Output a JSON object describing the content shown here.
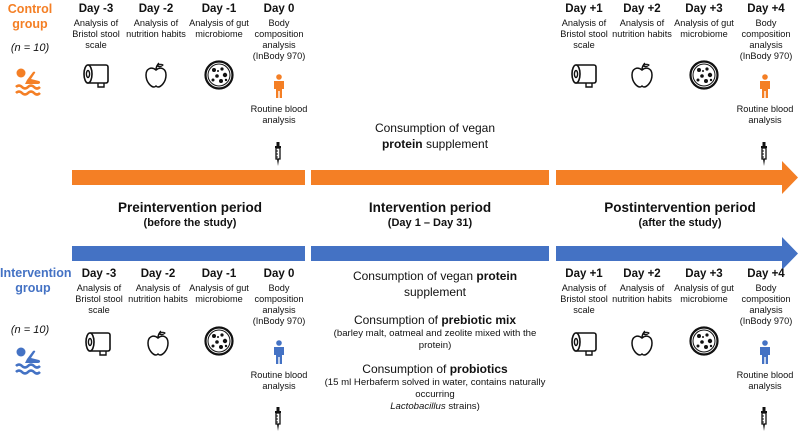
{
  "colors": {
    "orange": "#f47f25",
    "blue": "#4472c4",
    "black": "#111111"
  },
  "control": {
    "label": "Control group",
    "n": "(n = 10)",
    "pre_days": [
      {
        "day": "Day -3",
        "desc": "Analysis of Bristol stool scale",
        "icon": "toilet-paper-icon"
      },
      {
        "day": "Day -2",
        "desc": "Analysis of nutrition habits",
        "icon": "apple-icon"
      },
      {
        "day": "Day -1",
        "desc": "Analysis of gut microbiome",
        "icon": "petri-dish-icon"
      },
      {
        "day": "Day 0",
        "desc": "Body composition analysis (InBody 970)",
        "icon": "person-icon"
      }
    ],
    "post_days": [
      {
        "day": "Day +1",
        "desc": "Analysis of Bristol stool scale",
        "icon": "toilet-paper-icon"
      },
      {
        "day": "Day +2",
        "desc": "Analysis of nutrition habits",
        "icon": "apple-icon"
      },
      {
        "day": "Day +3",
        "desc": "Analysis of gut microbiome",
        "icon": "petri-dish-icon"
      },
      {
        "day": "Day +4",
        "desc": "Body composition analysis (InBody 970)",
        "icon": "person-icon"
      }
    ],
    "blood": "Routine blood analysis",
    "consumption_pre": "Consumption of vegan",
    "consumption_bold": "protein",
    "consumption_post": "supplement"
  },
  "periods": {
    "pre": {
      "title": "Preintervention period",
      "sub": "(before the study)"
    },
    "int": {
      "title": "Intervention period",
      "sub": "(Day 1 – Day 31)"
    },
    "post": {
      "title": "Postintervention period",
      "sub": "(after the study)"
    }
  },
  "intervention": {
    "label": "Intervention group",
    "n": "(n = 10)",
    "pre_days": [
      {
        "day": "Day -3",
        "desc": "Analysis of Bristol stool scale"
      },
      {
        "day": "Day -2",
        "desc": "Analysis of nutrition habits"
      },
      {
        "day": "Day -1",
        "desc": "Analysis of gut microbiome"
      },
      {
        "day": "Day 0",
        "desc": "Body composition analysis (InBody 970)"
      }
    ],
    "post_days": [
      {
        "day": "Day +1",
        "desc": "Analysis of Bristol stool scale"
      },
      {
        "day": "Day +2",
        "desc": "Analysis of nutrition habits"
      },
      {
        "day": "Day +3",
        "desc": "Analysis of gut microbiome"
      },
      {
        "day": "Day +4",
        "desc": "Body composition analysis (InBody 970)"
      }
    ],
    "blood": "Routine blood analysis",
    "c1_pre": "Consumption of vegan",
    "c1_bold": "protein",
    "c1_post": "supplement",
    "c2_pre": "Consumption of",
    "c2_bold": "prebiotic mix",
    "c2_sub": "(barley malt, oatmeal and zeolite mixed with the protein)",
    "c3_pre": "Consumption of",
    "c3_bold": "probiotics",
    "c3_sub": "(15 ml Herbaferm solved in water, contains naturally occurring",
    "c3_sub_italic": "Lactobacillus",
    "c3_sub_end": "strains)"
  }
}
